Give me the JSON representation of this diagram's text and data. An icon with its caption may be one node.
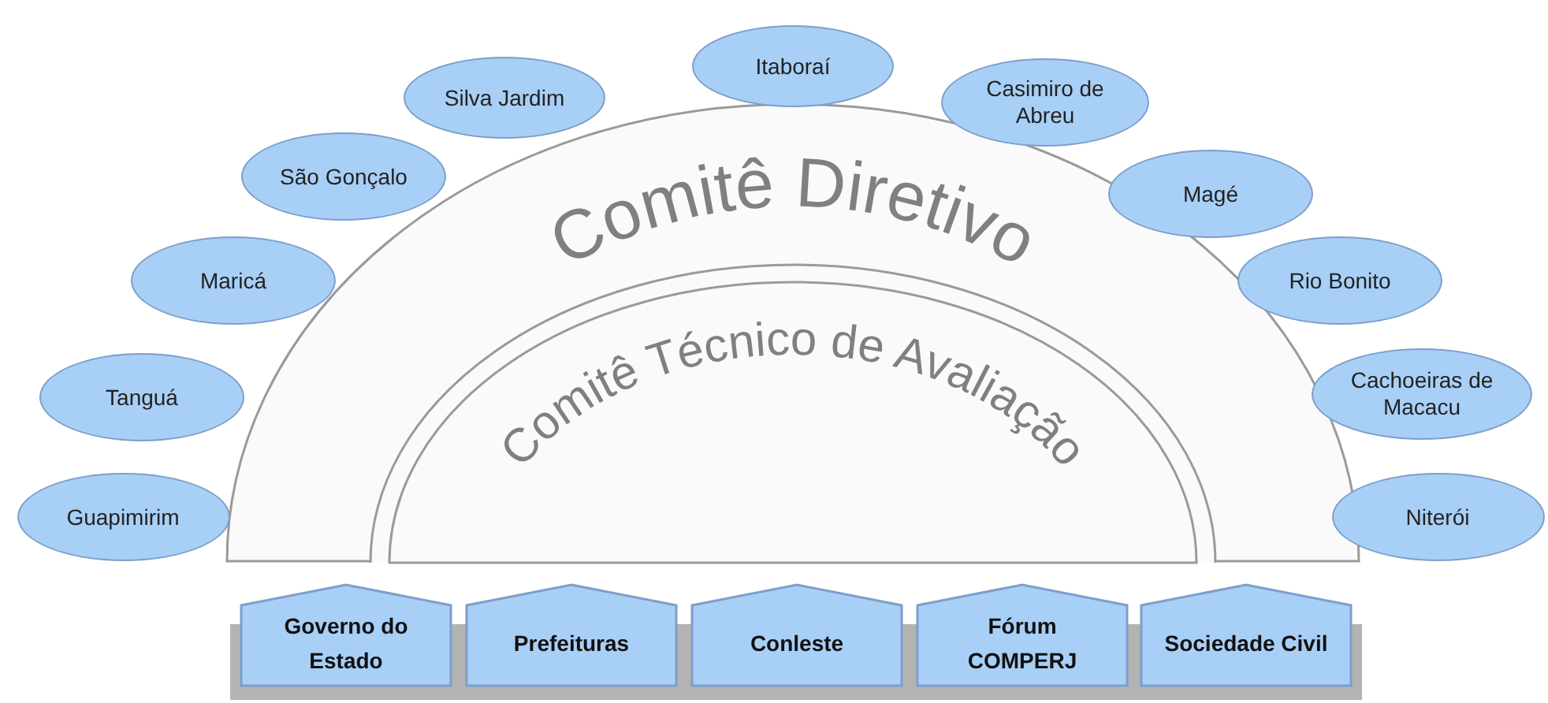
{
  "diagram": {
    "nodes": [
      {
        "text": [
          "Comitê Diretivo"
        ]
      },
      {
        "text": [
          "Comitê Técnico de Avaliação"
        ],
        "in": 0
      },
      {
        "text": [
          "Guapimirim"
        ]
      },
      {
        "text": [
          "Tanguá"
        ]
      },
      {
        "text": [
          "Maricá"
        ]
      },
      {
        "text": [
          "São Gonçalo"
        ]
      },
      {
        "text": [
          "Silva Jardim"
        ]
      },
      {
        "text": [
          "Itaboraí"
        ]
      },
      {
        "text": [
          "Casimiro de Abreu"
        ]
      },
      {
        "text": [
          "Magé"
        ]
      },
      {
        "text": [
          "Rio Bonito"
        ]
      },
      {
        "text": [
          "Cachoeiras de Macacu"
        ]
      },
      {
        "text": [
          "Niterói"
        ]
      },
      {
        "text": [
          "Governo do Estado"
        ]
      },
      {
        "text": [
          "Prefeituras"
        ]
      },
      {
        "text": [
          "Conleste"
        ]
      },
      {
        "text": [
          "Fórum COMPERJ"
        ]
      },
      {
        "text": [
          "Sociedade Civil"
        ]
      }
    ],
    "edges": []
  }
}
